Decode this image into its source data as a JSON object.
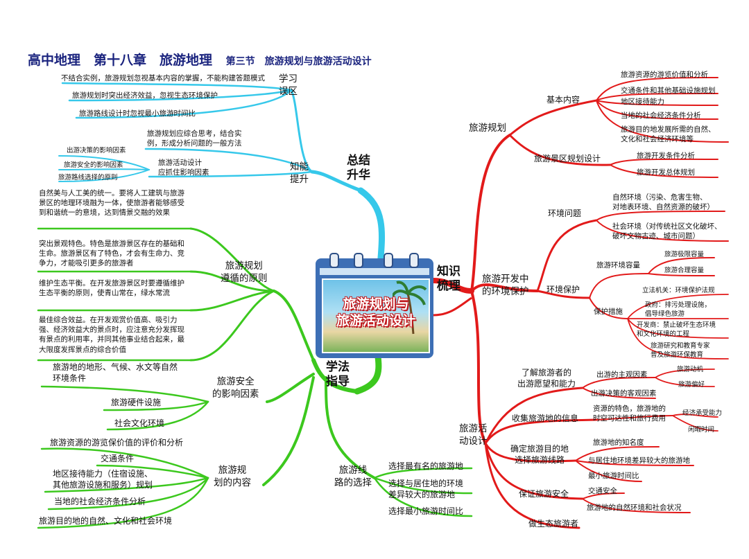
{
  "title": {
    "main": "高中地理　第十八章　旅游地理",
    "section": "第三节　旅游规划与旅游活动设计"
  },
  "center": {
    "line1": "旅游规划与",
    "line2": "旅游活动设计"
  },
  "colors": {
    "cyan": "#36c8ea",
    "green": "#3cc81e",
    "red": "#e21a1a",
    "title": "#1a237e"
  },
  "summary": {
    "label_l1": "总结",
    "label_l2": "升华",
    "mistakes": {
      "label_l1": "学习",
      "label_l2": "误区",
      "items": [
        "不结合实例，旅游规划忽视基本内容的掌握，不能构建答题模式",
        "旅游规划时突出经济效益，忽视生态环境保护",
        "旅游路线设计时忽视最小旅游时间比"
      ]
    },
    "ability": {
      "label_l1": "知能",
      "label_l2": "提升",
      "item1_l1": "旅游规划应综合思考，结合实",
      "item1_l2": "例，形成分析问题的一般方法",
      "item2_l1": "旅游活动设计",
      "item2_l2": "应抓住影响因素",
      "sub": [
        "出游决策的影响因素",
        "旅游安全的影响因素",
        "旅游路线选择的原则"
      ]
    }
  },
  "method": {
    "label_l1": "学法",
    "label_l2": "指导",
    "principles": {
      "label_l1": "旅游规划",
      "label_l2": "遵循的原则",
      "p1": "自然美与人工美的统一。要将人工建筑与旅游景区的地理环境融为一体，使旅游者能够感受到和谐统一的意境，达到情景交融的效果",
      "p2": "突出景观特色。特色是旅游景区存在的基础和生命。旅游景区有了特色，才会有生命力、竞争力，才能吸引更多的旅游者",
      "p3": "维护生态平衡。在开发旅游景区时要遵循维护生态平衡的原则，使青山常在，绿水常流",
      "p4": "最佳综合效益。在开发观赏价值高、吸引力强、经济效益大的景点时，应注意充分发挥现有景点的利用率，并同其他事业结合起来，最大限度发挥景点的综合价值"
    },
    "safety": {
      "label_l1": "旅游安全",
      "label_l2": "的影响因素",
      "item1_l1": "旅游地的地形、气候、水文等自然",
      "item1_l2": "环境条件",
      "item2": "旅游硬件设施",
      "item3": "社会文化环境"
    },
    "content": {
      "label_l1": "旅游规",
      "label_l2": "划的内容",
      "item1": "旅游资源的游览保价值的评价和分析",
      "item2": "交通条件",
      "item3_l1": "地区接待能力（住宿设施、",
      "item3_l2": "其他旅游设施和服务）规划",
      "item4": "当地的社会经济条件分析",
      "item5": "旅游目的地的自然、文化和社会环境"
    },
    "route": {
      "label_l1": "旅游线",
      "label_l2": "路的选择",
      "item1": "选择最有名的旅游地",
      "item2_l1": "选择与居住地的环境",
      "item2_l2": "差异较大的旅游地",
      "item3": "选择最小旅游时间比"
    }
  },
  "knowledge": {
    "label_l1": "知识",
    "label_l2": "梳理",
    "planning": {
      "label": "旅游规划",
      "basic": {
        "label": "基本内容",
        "items": [
          "旅游资源的游览价值和分析",
          "交通条件和其他基础设施规划",
          "地区接待能力",
          "当地的社会经济条件分析"
        ],
        "item5_l1": "旅游目的地发展所需的自然、",
        "item5_l2": "文化和社会经济环境等"
      },
      "scenic": {
        "label": "旅游景区规划设计",
        "items": [
          "旅游开发条件分析",
          "旅游开发总体规划"
        ]
      }
    },
    "env": {
      "label_l1": "旅游开发中",
      "label_l2": "的环境保护",
      "issues": {
        "label": "环境问题",
        "natural_l1": "自然环境（污染、危害生物、",
        "natural_l2": "对地表环境、自然资源的破坏）",
        "social_l1": "社会环境（对传统社区文化破坏、",
        "social_l2": "破坏文物古迹、城市问题）"
      },
      "protection": {
        "label": "环境保护",
        "capacity": {
          "label": "旅游环境容量",
          "items": [
            "旅游极限容量",
            "旅游合理容量"
          ]
        },
        "measures": {
          "label": "保护措施",
          "law": "立法机关：环境保护法规",
          "gov_l1": "政府：排污处理设施，",
          "gov_l2": "倡导绿色旅游",
          "dev_l1": "开发商：禁止破坏生态环境",
          "dev_l2": "和文化环境的工程",
          "edu_l1": "旅游研究和教育专家",
          "edu_l2": "普及旅游环保教育"
        }
      }
    },
    "activity": {
      "label_l1": "旅游活",
      "label_l2": "动设计",
      "wish": {
        "label_l1": "了解旅游者的",
        "label_l2": "出游愿望和能力",
        "subjective": "出游的主观因素",
        "subjective_items": [
          "旅游动机",
          "旅游偏好"
        ],
        "objective": "出游决策的客观因素"
      },
      "collect": {
        "label": "收集旅游地的信息",
        "item_l1": "资源的特色，旅游地的",
        "item_l2": "时空可达性和旅行费用",
        "sub": [
          "经济承受能力",
          "闲暇时间"
        ]
      },
      "route": {
        "label_l1": "确定旅游目的地",
        "label_l2": "选择旅游线路",
        "items": [
          "旅游地的知名度",
          "与居住地环境差异较大的旅游地",
          "最小旅游时间比"
        ]
      },
      "safety": {
        "label": "保证旅游安全",
        "items": [
          "交通安全",
          "旅游地的自然环境和社会状况"
        ]
      },
      "eco": "做生态旅游者"
    }
  }
}
